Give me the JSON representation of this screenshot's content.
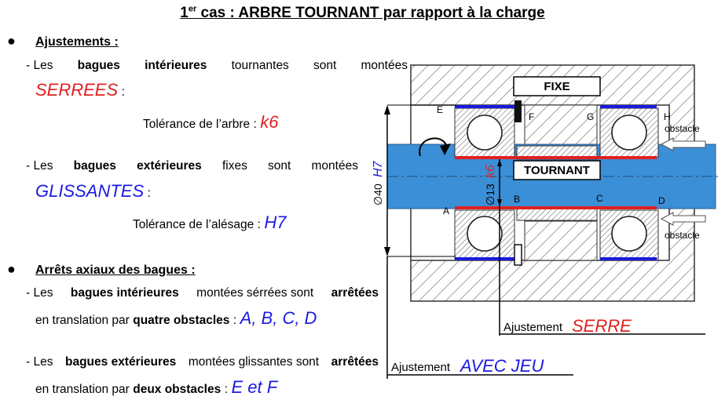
{
  "title": {
    "pre": "1",
    "sup": "er",
    "main": " cas : ARBRE TOURNANT par rapport à la charge"
  },
  "section1": {
    "heading": "Ajustements :",
    "line1": {
      "dash": "- Les",
      "w1": "bagues",
      "w2": "intérieures",
      "w3": "tournantes",
      "w4": "sont",
      "w5": "montées"
    },
    "serrees": "SERREES",
    "colon1": ":",
    "tol_arbre_label": "Tolérance de l’arbre :",
    "tol_arbre_val": "k6",
    "line2": {
      "dash": "- Les",
      "w1": "bagues",
      "w2": "extérieures",
      "w3": "fixes",
      "w4": "sont",
      "w5": "montées"
    },
    "glissantes": "GLISSANTES",
    "colon2": ":",
    "tol_alesage_label": "Tolérance de l’alésage :",
    "tol_alesage_val": "H7"
  },
  "section2": {
    "heading": "Arrêts axiaux des bagues :",
    "p1a_dash": "- Les",
    "p1a_b1": "bagues intérieures",
    "p1a_t": "montées sérrées sont",
    "p1a_b2": "arrêtées",
    "p1b_t": "en translation par",
    "p1b_b": "quatre obstacles",
    "p1b_colon": ":",
    "p1b_val": "A, B, C, D",
    "p2a_dash": "- Les",
    "p2a_b1": "bagues extérieures",
    "p2a_t": "montées glissantes sont",
    "p2a_b2": "arrêtées",
    "p2b_t": "en translation par",
    "p2b_b": "deux obstacles",
    "p2b_colon": ":",
    "p2b_val": "E et F"
  },
  "diagram": {
    "fixe": "FIXE",
    "tournant": "TOURNANT",
    "letters": {
      "A": "A",
      "B": "B",
      "C": "C",
      "D": "D",
      "E": "E",
      "F": "F",
      "G": "G",
      "H": "H"
    },
    "obstacle_top": "obstacle",
    "obstacle_bottom": "obstacle",
    "dim_outer": "∅40",
    "dim_outer_tol": "H7",
    "dim_inner": "∅13",
    "dim_inner_tol": "k6",
    "ajust_serre_label": "Ajustement",
    "ajust_serre_val": "SERRE",
    "ajust_jeu_label": "Ajustement",
    "ajust_jeu_val": "AVEC JEU"
  },
  "colors": {
    "red": "#e02020",
    "blue": "#1a1ae0",
    "shaft": "#3b8fd6",
    "hatch": "#777777"
  }
}
